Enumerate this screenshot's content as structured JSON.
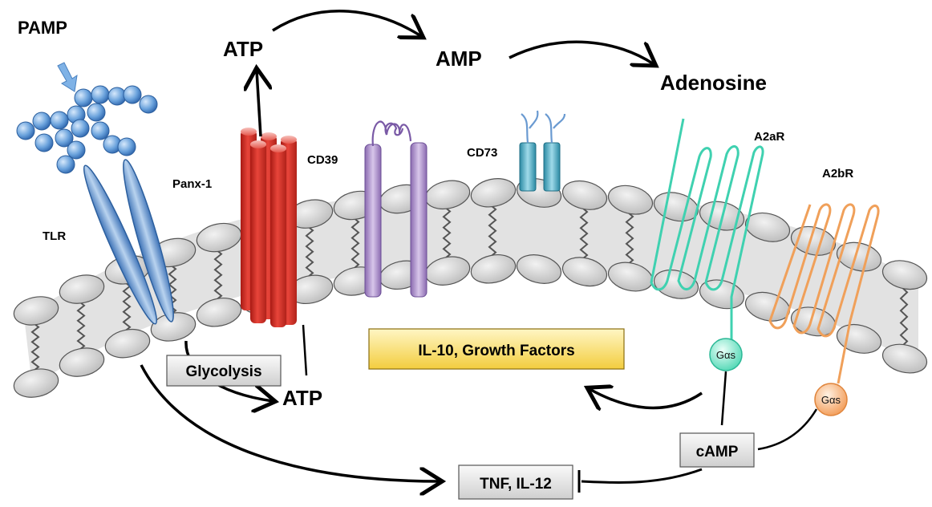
{
  "labels": {
    "pamp": "PAMP",
    "atp_top": "ATP",
    "amp": "AMP",
    "adenosine": "Adenosine",
    "tlr": "TLR",
    "panx1": "Panx-1",
    "cd39": "CD39",
    "cd73": "CD73",
    "a2ar": "A2aR",
    "a2br": "A2bR",
    "gas_1": "Gαs",
    "gas_2": "Gαs",
    "atp_bottom": "ATP"
  },
  "boxes": {
    "glycolysis": "Glycolysis",
    "il10": "IL-10, Growth Factors",
    "camp": "cAMP",
    "tnf": "TNF, IL-12"
  },
  "colors": {
    "tlr": "#5b8fc9",
    "panx1": "#d9332b",
    "cd39": "#9a7bbf",
    "cd73": "#3a9ab3",
    "a2ar": "#3fd1b0",
    "a2br": "#f0a05a",
    "membrane_band": "#e2e2e2",
    "lipid_head": "#c9c9c9",
    "il10_box": "#f5d45a"
  }
}
